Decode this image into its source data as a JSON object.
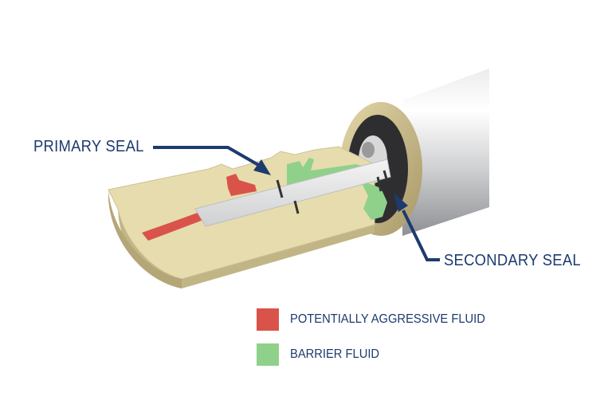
{
  "callouts": {
    "primary_seal": "PRIMARY SEAL",
    "secondary_seal": "SECONDARY SEAL"
  },
  "legend": [
    {
      "label": "POTENTIALLY AGGRESSIVE FLUID",
      "color": "#d9534a"
    },
    {
      "label": "BARRIER FLUID",
      "color": "#8fd18a"
    }
  ],
  "colors": {
    "accent": "#1d3b6e",
    "body_cut": "#e6dcae",
    "body_shade": "#cfc293",
    "cylinder": "#d4d5d7",
    "collar": "#c9b989",
    "aggressive_fluid": "#d9534a",
    "barrier_fluid": "#8fd18a",
    "seal_line": "#333333"
  }
}
